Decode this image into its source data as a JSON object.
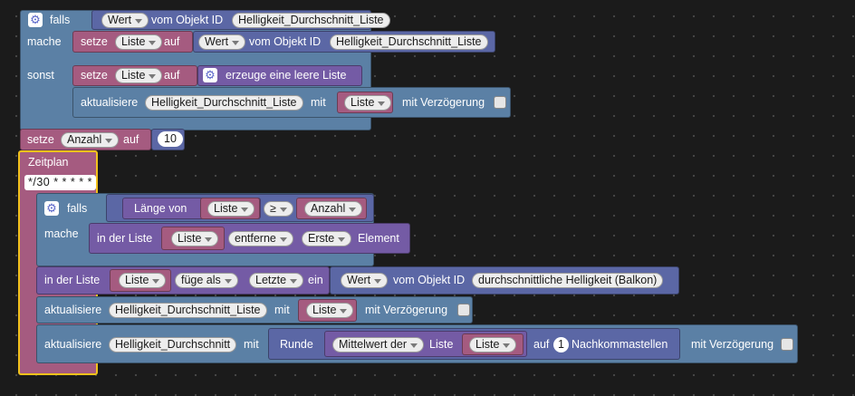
{
  "if_top": {
    "keyword_if": "falls",
    "keyword_do": "mache",
    "keyword_else": "sonst"
  },
  "cond_value": {
    "attr": "Wert",
    "of_obj_id": "vom Objekt ID",
    "obj": "Helligkeit_Durchschnitt_Liste"
  },
  "set_liste_1": {
    "set": "setze",
    "var": "Liste",
    "to": "auf"
  },
  "value_1": {
    "attr": "Wert",
    "of_obj_id": "vom Objekt ID",
    "obj": "Helligkeit_Durchschnitt_Liste"
  },
  "set_liste_2": {
    "set": "setze",
    "var": "Liste",
    "to": "auf",
    "create_empty": "erzeuge eine leere Liste"
  },
  "update_1": {
    "update": "aktualisiere",
    "obj": "Helligkeit_Durchschnitt_Liste",
    "with": "mit",
    "var": "Liste",
    "delay": "mit Verzögerung"
  },
  "set_anzahl": {
    "set": "setze",
    "var": "Anzahl",
    "to": "auf",
    "num": "10"
  },
  "schedule": {
    "title": "Zeitplan",
    "cron": "*/30 * * * * *"
  },
  "if_inner": {
    "keyword_if": "falls",
    "keyword_do": "mache",
    "length_of": "Länge von",
    "var_a": "Liste",
    "op": "≥",
    "var_b": "Anzahl"
  },
  "remove": {
    "in_list": "in der Liste",
    "var": "Liste",
    "mode": "entferne",
    "where": "Erste",
    "element": "Element"
  },
  "insert": {
    "in_list": "in der Liste",
    "var": "Liste",
    "mode": "füge als",
    "where": "Letzte",
    "as": "ein",
    "attr": "Wert",
    "of_obj_id": "vom Objekt ID",
    "obj": "durchschnittliche Helligkeit (Balkon)"
  },
  "update_2": {
    "update": "aktualisiere",
    "obj": "Helligkeit_Durchschnitt_Liste",
    "with": "mit",
    "var": "Liste",
    "delay": "mit Verzögerung"
  },
  "update_3": {
    "update": "aktualisiere",
    "obj": "Helligkeit_Durchschnitt",
    "with": "mit",
    "round": "Runde",
    "func": "Mittelwert der",
    "list_label": "Liste",
    "var": "Liste",
    "on": "auf",
    "digits": "1",
    "decimals": "Nachkommastellen",
    "delay": "mit Verzögerung"
  },
  "colors": {
    "logic": "#5b80a5",
    "variables": "#a55b80",
    "lists": "#745ba5",
    "io": "#5b67a5",
    "schedule_border": "#f2c21c"
  }
}
